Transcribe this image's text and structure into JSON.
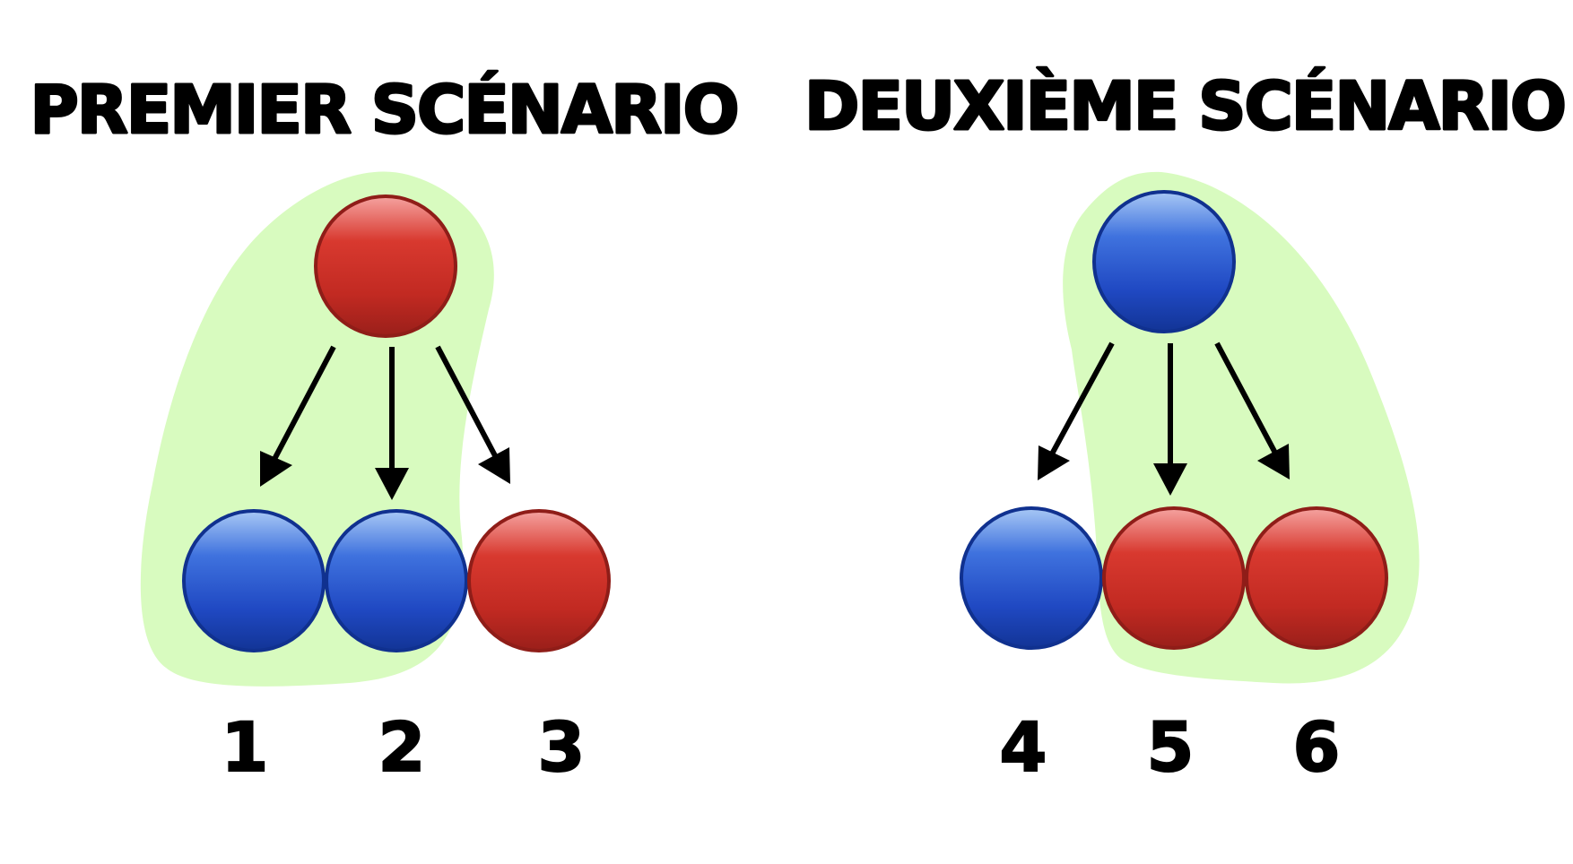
{
  "colors": {
    "red": "#c62b24",
    "blue": "#1c47c4",
    "highlight": "#d8fbbf"
  },
  "scenarios": [
    {
      "title": "PREMIER SCÉNARIO",
      "parent": "red",
      "children": [
        {
          "label": "1",
          "color": "blue",
          "highlighted": true
        },
        {
          "label": "2",
          "color": "blue",
          "highlighted": true
        },
        {
          "label": "3",
          "color": "red",
          "highlighted": false
        }
      ]
    },
    {
      "title": "DEUXIÈME SCÉNARIO",
      "parent": "blue",
      "children": [
        {
          "label": "4",
          "color": "blue",
          "highlighted": false
        },
        {
          "label": "5",
          "color": "red",
          "highlighted": true
        },
        {
          "label": "6",
          "color": "red",
          "highlighted": true
        }
      ]
    }
  ]
}
